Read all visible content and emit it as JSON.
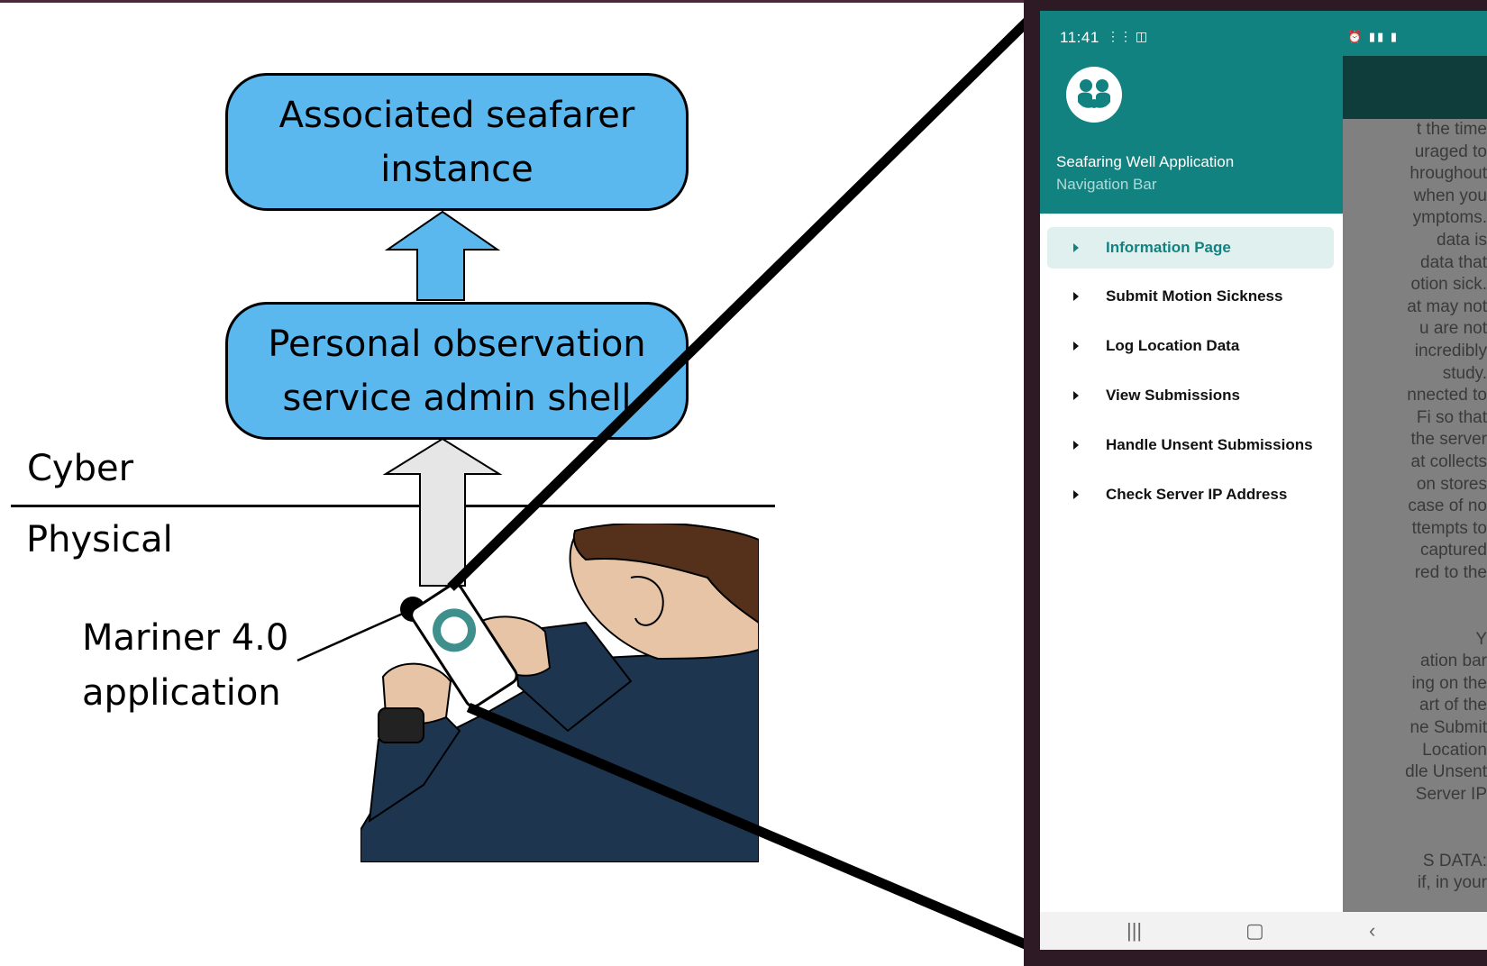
{
  "diagram": {
    "box_top_lines": [
      "Associated seafarer",
      "instance"
    ],
    "box_mid_lines": [
      "Personal observation",
      "service admin shell"
    ],
    "cyber_label": "Cyber",
    "physical_label": "Physical",
    "mariner_lines": [
      "Mariner 4.0",
      "application"
    ],
    "colors": {
      "box_fill": "#5bb8ef",
      "arrow_physical": "#e6e6e6",
      "brand_teal": "#128281"
    }
  },
  "phone": {
    "status_time": "11:41",
    "drawer_title": "Seafaring Well Application",
    "drawer_subtitle": "Navigation Bar",
    "menu": [
      {
        "label": "Information Page",
        "active": true
      },
      {
        "label": "Submit Motion Sickness",
        "active": false
      },
      {
        "label": "Log Location Data",
        "active": false
      },
      {
        "label": "View Submissions",
        "active": false
      },
      {
        "label": "Handle Unsent Submissions",
        "active": false
      },
      {
        "label": "Check Server IP Address",
        "active": false
      }
    ],
    "background_text": [
      "t the time",
      "uraged to",
      "hroughout",
      "when you",
      "ymptoms.",
      "data is",
      "data that",
      "otion sick.",
      "at may not",
      "u are not",
      "incredibly",
      "study.",
      "nnected to",
      "Fi so that",
      "the server",
      "at collects",
      "on stores",
      "case of no",
      "ttempts to",
      "captured",
      "red to the",
      "",
      "",
      "Y",
      "ation bar",
      "ing on the",
      "art of the",
      "ne Submit",
      "Location",
      "dle Unsent",
      "Server IP",
      "",
      "",
      "S DATA:",
      "if, in your"
    ],
    "nav_icons": [
      "recent-apps-icon",
      "home-icon",
      "back-icon"
    ]
  }
}
